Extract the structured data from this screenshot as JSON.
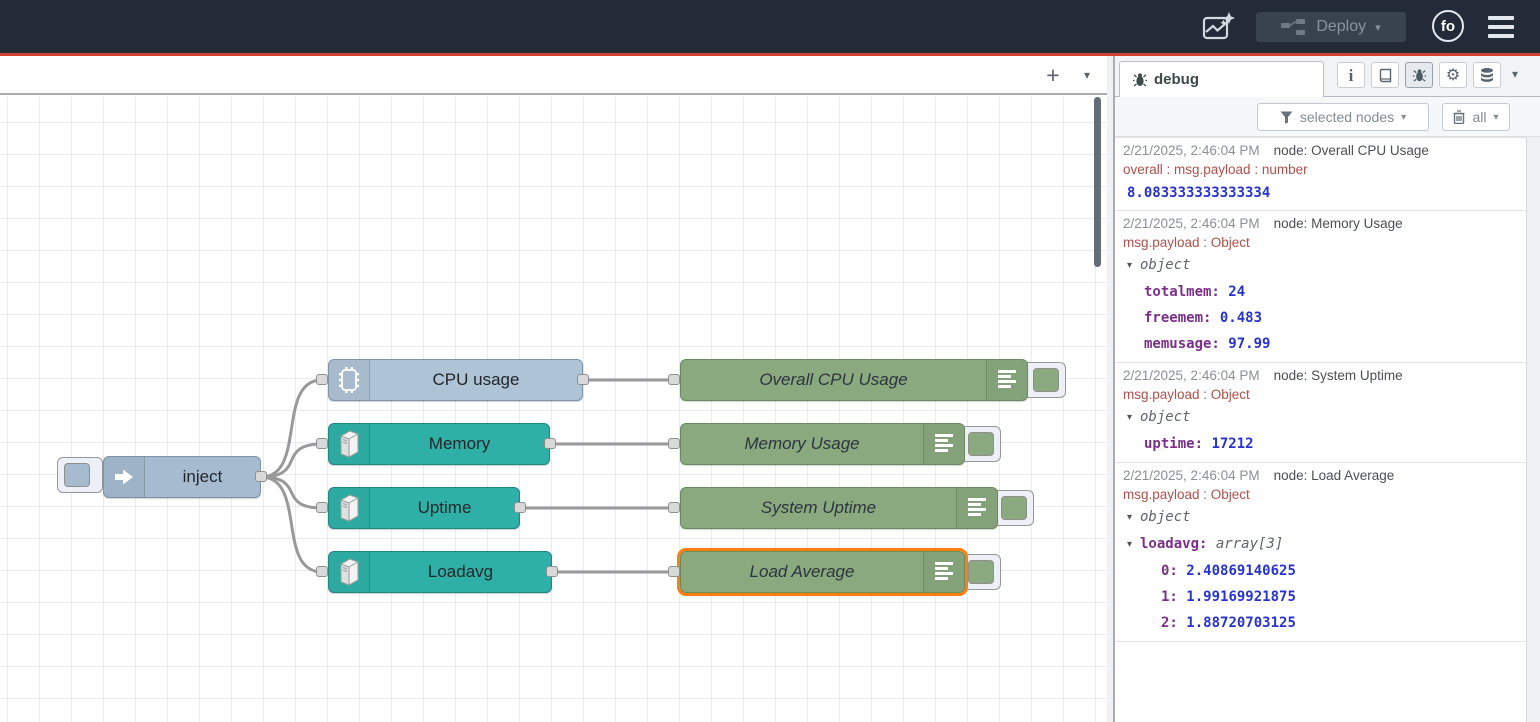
{
  "header": {
    "deploy_label": "Deploy",
    "deploy_caret": "▾",
    "avatar_text": "fo",
    "icons": [
      "flow-sparkle-icon",
      "deploy-nodes-icon",
      "user-avatar",
      "hamburger-menu-icon"
    ]
  },
  "workspace_tabbar": {
    "add_label": "+",
    "caret": "▾"
  },
  "canvas": {
    "nodes": {
      "inject": {
        "label": "inject",
        "type": "inject"
      },
      "cpu": {
        "label": "CPU usage",
        "type": "cpu"
      },
      "memory": {
        "label": "Memory",
        "type": "os"
      },
      "uptime": {
        "label": "Uptime",
        "type": "os"
      },
      "loadavg": {
        "label": "Loadavg",
        "type": "os"
      },
      "debug_cpu": {
        "label": "Overall CPU Usage",
        "type": "debug"
      },
      "debug_mem": {
        "label": "Memory Usage",
        "type": "debug"
      },
      "debug_uptime": {
        "label": "System Uptime",
        "type": "debug"
      },
      "debug_load": {
        "label": "Load Average",
        "type": "debug",
        "selected": true
      }
    },
    "colors": {
      "inject_node": "#a6bbcf",
      "cpu_node": "#aec3d6",
      "os_node": "#2eb0a7",
      "debug_node": "#8aa97f",
      "selection_outline": "#ff7f0e",
      "wire": "#999999",
      "deploy_red_line": "#ce4234",
      "header_bg": "#232a38"
    }
  },
  "sidebar": {
    "tab_label": "debug",
    "tab_icon": "bug-icon",
    "header_icons": [
      "info-icon",
      "book-icon",
      "bug-icon",
      "gear-icon",
      "database-icon",
      "collapse-caret-icon"
    ],
    "filter_button": {
      "label": "selected nodes",
      "icon": "funnel-icon",
      "caret": "▾"
    },
    "clear_button": {
      "label": "all",
      "icon": "trash-icon",
      "caret": "▾"
    },
    "debug_text_colors": {
      "value": "#2733d0",
      "key": "#7d2e8b",
      "topic": "#b0504a",
      "timestamp": "#8b8f98"
    },
    "messages": [
      {
        "timestamp": "2/21/2025, 2:46:04 PM",
        "source": "node: Overall CPU Usage",
        "topic": "overall : msg.payload : number",
        "rows": [
          {
            "t": "num",
            "text": "8.083333333333334"
          }
        ]
      },
      {
        "timestamp": "2/21/2025, 2:46:04 PM",
        "source": "node: Memory Usage",
        "topic": "msg.payload : Object",
        "rows": [
          {
            "t": "obj",
            "label": "object",
            "indent": 0,
            "caret": true
          },
          {
            "t": "kv",
            "key": "totalmem",
            "value": "24",
            "indent": 1
          },
          {
            "t": "kv",
            "key": "freemem",
            "value": "0.483",
            "indent": 1
          },
          {
            "t": "kv",
            "key": "memusage",
            "value": "97.99",
            "indent": 1
          }
        ]
      },
      {
        "timestamp": "2/21/2025, 2:46:04 PM",
        "source": "node: System Uptime",
        "topic": "msg.payload : Object",
        "rows": [
          {
            "t": "obj",
            "label": "object",
            "indent": 0,
            "caret": true
          },
          {
            "t": "kv",
            "key": "uptime",
            "value": "17212",
            "indent": 1
          }
        ]
      },
      {
        "timestamp": "2/21/2025, 2:46:04 PM",
        "source": "node: Load Average",
        "topic": "msg.payload : Object",
        "rows": [
          {
            "t": "obj",
            "label": "object",
            "indent": 0,
            "caret": true
          },
          {
            "t": "karr",
            "key": "loadavg",
            "value": "array[3]",
            "indent": 0,
            "caret": true
          },
          {
            "t": "kv",
            "key": "0",
            "value": "2.40869140625",
            "indent": 2
          },
          {
            "t": "kv",
            "key": "1",
            "value": "1.99169921875",
            "indent": 2
          },
          {
            "t": "kv",
            "key": "2",
            "value": "1.88720703125",
            "indent": 2
          }
        ]
      }
    ]
  }
}
